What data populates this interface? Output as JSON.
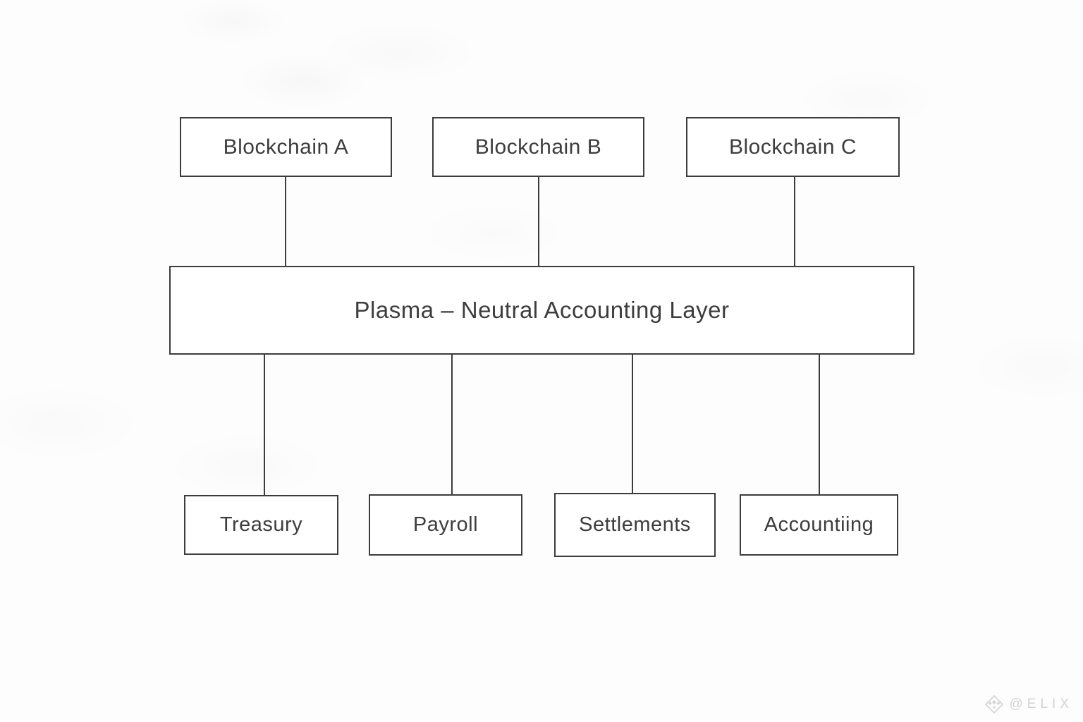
{
  "diagram": {
    "top_row": [
      {
        "label": "Blockchain A"
      },
      {
        "label": "Blockchain B"
      },
      {
        "label": "Blockchain C"
      }
    ],
    "middle": {
      "label": "Plasma – Neutral Accounting Layer"
    },
    "bottom_row": [
      {
        "label": "Treasury"
      },
      {
        "label": "Payroll"
      },
      {
        "label": "Settlements"
      },
      {
        "label": "Accountiing"
      }
    ]
  },
  "watermark": {
    "icon": "gem-logo-icon",
    "text": "@ELIX"
  },
  "colors": {
    "background": "#fdfdfd",
    "box_fill": "#ffffff",
    "border": "#3c3c3c",
    "connector": "#3c3c3c",
    "text": "#3d3d3d",
    "watermark": "#d3d3d5"
  }
}
